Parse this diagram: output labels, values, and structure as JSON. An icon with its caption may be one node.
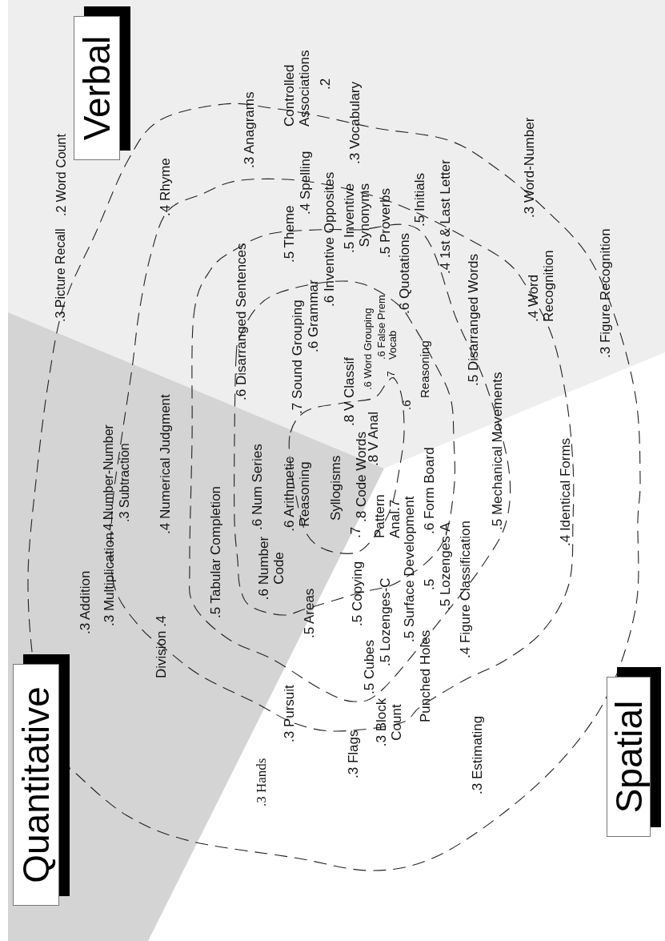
{
  "diagram": {
    "nodes": [
      {
        "text": [
          "Verbal"
        ]
      },
      {
        "text": [
          "Quantitative"
        ]
      },
      {
        "text": [
          "Spatial"
        ]
      }
    ],
    "labels": [
      ".3 Picture Recall",
      ".2 Word Count",
      ".3 Addition",
      ".4 Number-Number",
      ".3 Multiplication",
      ".3 Subtraction",
      "Division .4",
      ".4 Rhyme",
      ".4 Numerical Judgment",
      ".5 Tabular Completion",
      ".6 Disarranged Sentences",
      ".3 Anagrams",
      ".6 Num Series",
      ".3 Hands",
      ".6 Number Code",
      "Controlled Associations",
      ".5 Theme",
      ".6 Arithmetic Reasoning",
      ".3 Pursuit",
      ".7 Sound Grouping",
      ".4 Spelling",
      ".5 Areas",
      ".6 Grammar",
      ".2",
      ".6 Inventive Opposites",
      "Syllogisms",
      ".5 Inventive Synonyms",
      ".8 V Classif",
      ".3 Flags",
      ".3 Vocabulary",
      ".7",
      ".5 Copying",
      ".8 Code Words",
      ".6 Word Grouping",
      ".5 Cubes",
      ".8 V Anal",
      "Pattern Anal.7",
      ".3 Block Count",
      ".6 False Prem Vocab",
      ".5 Proverbs",
      ".5 Lozenges-C",
      ".7",
      ".6 Quotations",
      ".6",
      ".5 Surface Development",
      ".5 Initials",
      "Reasoning",
      "Punched Holes",
      ".6 Form Board",
      ".5",
      ".4 1st & Last Letter",
      ".5 Lozenges-A",
      ".4 Figure Classification",
      ".5 Disarranged Words",
      ".3 Estimating",
      ".5 Mechanical Movements",
      ".3 Word-Number",
      ".4 Word Recognition",
      ".4 Identical Forms",
      ".3 Figure Recognition"
    ]
  }
}
